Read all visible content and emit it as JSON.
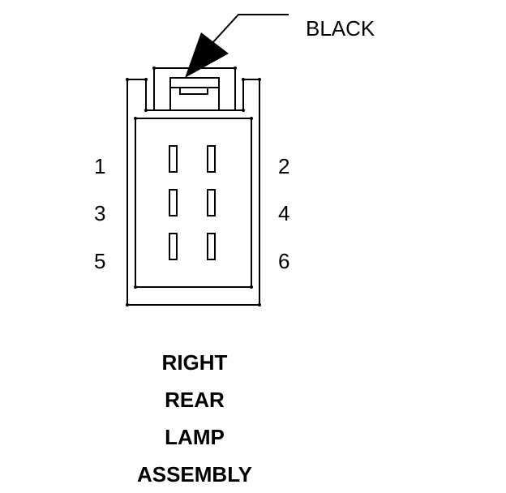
{
  "callout": {
    "label": "BLACK"
  },
  "pins": [
    {
      "number": "1"
    },
    {
      "number": "2"
    },
    {
      "number": "3"
    },
    {
      "number": "4"
    },
    {
      "number": "5"
    },
    {
      "number": "6"
    }
  ],
  "title": {
    "lines": [
      "RIGHT",
      "REAR",
      "LAMP",
      "ASSEMBLY"
    ]
  },
  "colors": {
    "ink": "#000000",
    "background": "#ffffff"
  }
}
